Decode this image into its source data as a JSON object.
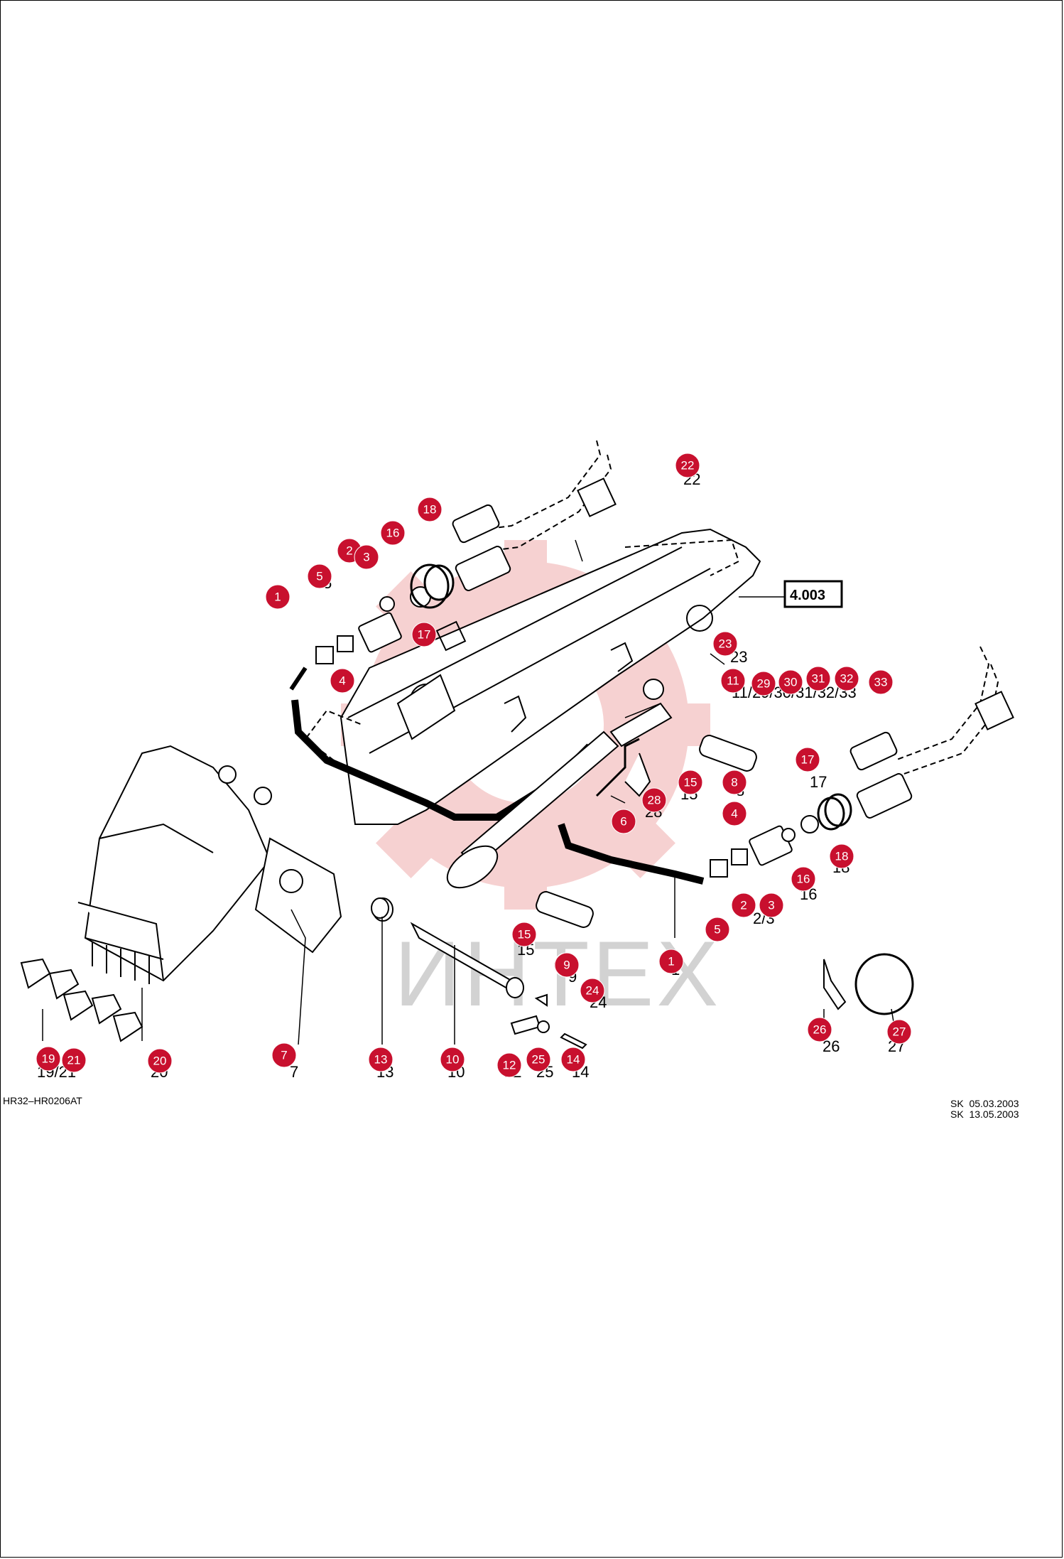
{
  "drawing_code": "HR32–HR0206AT",
  "reference_box": "4.003",
  "revisions": [
    "SK  05.03.2003",
    "SK  13.05.2003"
  ],
  "watermark": "ИНТЕХ",
  "colors": {
    "callout": "#c8102e",
    "line": "#000000",
    "watermark": "#f2c4c4"
  },
  "callouts": [
    "1",
    "2",
    "3",
    "4",
    "5",
    "16",
    "17",
    "18",
    "22",
    "23",
    "11",
    "29",
    "30",
    "31",
    "32",
    "33",
    "15",
    "8",
    "28",
    "6",
    "9",
    "24",
    "10",
    "12",
    "25",
    "14",
    "13",
    "7",
    "20",
    "19",
    "21",
    "26",
    "27"
  ],
  "part_labels": [
    "22",
    "23",
    "17",
    "15",
    "28",
    "16",
    "18",
    "2/3",
    "15",
    "9",
    "24",
    "10",
    "12",
    "25",
    "14",
    "13",
    "7",
    "20",
    "19/21",
    "26",
    "27",
    "1",
    "3",
    "4",
    "5",
    "11/29/30/31/32/33",
    "8",
    "6"
  ]
}
